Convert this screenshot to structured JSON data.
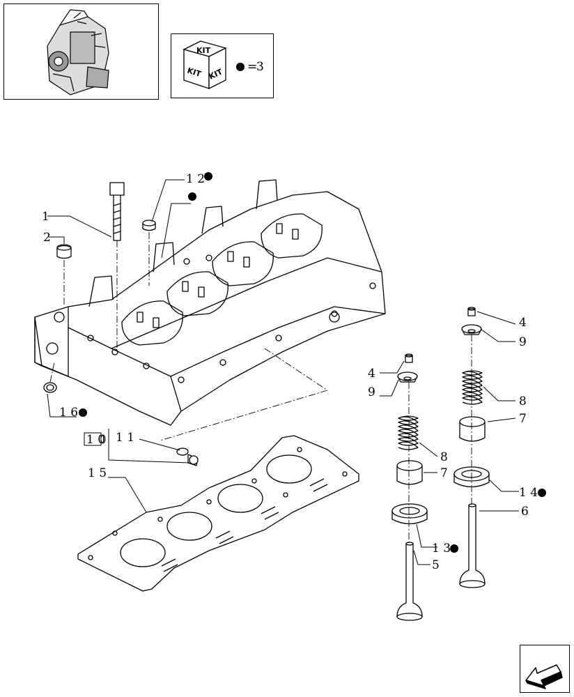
{
  "kit_legend": {
    "cube_labels": [
      "KIT",
      "KIT",
      "KIT"
    ],
    "equals_text": "=",
    "quantity": "3"
  },
  "callouts": {
    "c1": "1",
    "c2": "2",
    "c4a": "4",
    "c4b": "4",
    "c5": "5",
    "c6": "6",
    "c7a": "7",
    "c7b": "7",
    "c8a": "8",
    "c8b": "8",
    "c9a": "9",
    "c9b": "9",
    "c10": "1 0",
    "c11": "1 1",
    "c12": "1 2",
    "c13": "1 3",
    "c14": "1 4",
    "c15": "1 5",
    "c16": "1 6"
  },
  "colors": {
    "line": "#000000",
    "background": "#ffffff",
    "kit_marker": "#000000"
  },
  "icons": {
    "engine": "engine-thumbnail-icon",
    "kit": "kit-cube-icon",
    "navigation": "next-page-arrow-icon"
  }
}
